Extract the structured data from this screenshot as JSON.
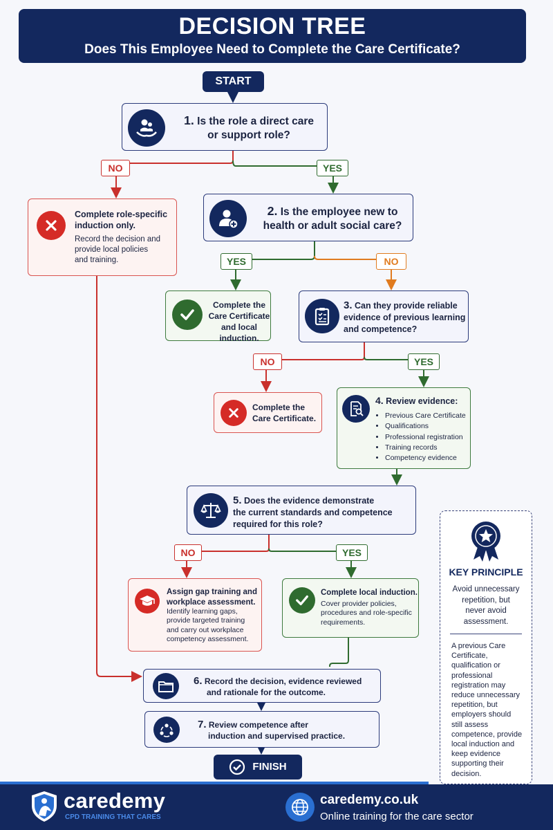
{
  "header": {
    "title": "DECISION TREE",
    "subtitle": "Does This Employee Need to Complete the Care Certificate?"
  },
  "start_label": "START",
  "finish_label": "FINISH",
  "answers": {
    "yes": "YES",
    "no": "NO"
  },
  "q1": {
    "number": "1.",
    "line1": "Is the role a direct care",
    "line2": "or support role?",
    "icon": "caring-hands-icon"
  },
  "no_direct": {
    "title1": "Complete role-specific",
    "title2": "induction only.",
    "text1": "Record the decision and",
    "text2": "provide local policies",
    "text3": "and training.",
    "icon": "x-icon"
  },
  "q2": {
    "number": "2.",
    "line1": "Is the employee new to",
    "line2": "health or adult social care?",
    "icon": "user-plus-icon"
  },
  "new_yes": {
    "line1": "Complete the",
    "line2": "Care Certificate",
    "line3": "and local induction.",
    "icon": "check-icon"
  },
  "q3": {
    "number": "3.",
    "line1": "Can they provide reliable",
    "line2": "evidence of previous learning",
    "line3": "and competence?",
    "icon": "clipboard-checklist-icon"
  },
  "q3_no": {
    "line1": "Complete the",
    "line2": "Care Certificate.",
    "icon": "x-icon"
  },
  "q4": {
    "number": "4.",
    "title": "Review evidence:",
    "items": [
      "Previous Care Certificate",
      "Qualifications",
      "Professional registration",
      "Training records",
      "Competency evidence"
    ],
    "icon": "document-search-icon"
  },
  "q5": {
    "number": "5.",
    "line1": "Does the evidence demonstrate",
    "line2": "the current standards and competence",
    "line3": "required for this role?",
    "icon": "scales-icon"
  },
  "gap": {
    "title1": "Assign gap training and",
    "title2": "workplace assessment.",
    "text1": "Identify learning gaps,",
    "text2": "provide targeted training",
    "text3": "and carry out workplace",
    "text4": "competency assessment.",
    "icon": "graduation-cap-icon"
  },
  "local": {
    "title": "Complete local induction.",
    "text1": "Cover provider policies,",
    "text2": "procedures and role-specific",
    "text3": "requirements.",
    "icon": "check-icon"
  },
  "step6": {
    "number": "6.",
    "line1": "Record the decision, evidence reviewed",
    "line2": "and rationale for the outcome.",
    "icon": "folder-icon"
  },
  "step7": {
    "number": "7.",
    "line1": "Review competence after",
    "line2": "induction and supervised practice.",
    "icon": "people-cycle-icon"
  },
  "key_principle": {
    "title": "KEY PRINCIPLE",
    "lead1": "Avoid unnecessary",
    "lead2": "repetition, but",
    "lead3": "never avoid",
    "lead4": "assessment.",
    "b1": "A previous Care",
    "b2": "Certificate,",
    "b3": "qualification or",
    "b4": "professional",
    "b5": "registration may",
    "b6": "reduce unnecessary",
    "b7": "repetition, but",
    "b8": "employers should",
    "b9": "still assess",
    "b10": "competence, provide",
    "b11": "local induction and",
    "b12": "keep evidence",
    "b13": "supporting their",
    "b14": "decision.",
    "icon": "award-badge-icon"
  },
  "footer": {
    "brand": "caredemy",
    "tagline": "CPD TRAINING THAT CARES",
    "url": "caredemy.co.uk",
    "url_tagline": "Online training for the care sector",
    "logo_icon": "shield-logo-icon",
    "globe_icon": "globe-icon"
  },
  "colors": {
    "navy": "#13285e",
    "red": "#d52b26",
    "green": "#2f6b2f",
    "orange": "#e07b1f"
  }
}
